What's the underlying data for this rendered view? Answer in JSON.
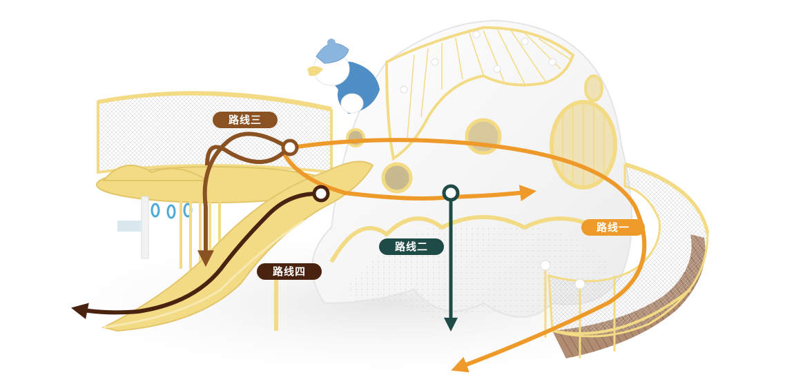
{
  "colors": {
    "route_one": "#EE9A2A",
    "route_two": "#1F4B47",
    "route_three": "#8A5223",
    "route_four": "#4A2210",
    "structure_yellow": "#F3DB86",
    "dome_white": "#FAFAF7",
    "floor_shadow": "#EEEEEE"
  },
  "routes": [
    {
      "id": "one",
      "label": "路线一"
    },
    {
      "id": "two",
      "label": "路线二"
    },
    {
      "id": "three",
      "label": "路线三"
    },
    {
      "id": "four",
      "label": "路线四"
    }
  ]
}
